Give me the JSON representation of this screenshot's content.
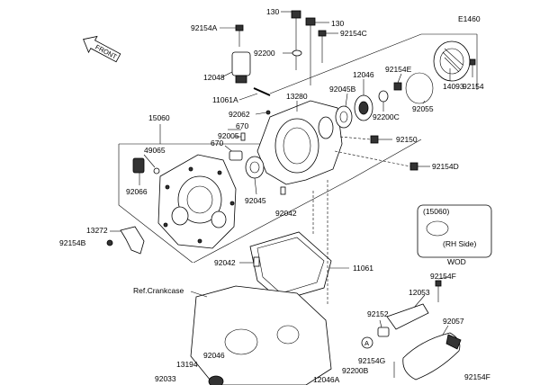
{
  "diagram_code": "E1460",
  "front_label": "FRONT",
  "note_box": {
    "part": "(15060)",
    "side": "(RH Side)",
    "code": "WOD"
  },
  "ref_crankcase": "Ref.Crankcase",
  "circle_marker": "A",
  "labels": {
    "p130a": "130",
    "p130b": "130",
    "p92154a": "92154A",
    "p92154c": "92154C",
    "p92200": "92200",
    "p12048": "12048",
    "p11061a": "11061A",
    "p92062": "92062",
    "p13280": "13280",
    "p670a": "670",
    "p670b": "670",
    "p92005": "92005",
    "p15060": "15060",
    "p49065": "49065",
    "p92066": "92066",
    "p92045": "92045",
    "p92042a": "92042",
    "p13272": "13272",
    "p92154b": "92154B",
    "p92042b": "92042",
    "p11061": "11061",
    "p12046": "12046",
    "p92154e": "92154E",
    "p92045b": "92045B",
    "p92200c": "92200C",
    "p92055": "92055",
    "p92154": "92154",
    "p14093": "14093",
    "p92150": "92150",
    "p92154d": "92154D",
    "p92154f_a": "92154F",
    "p12053": "12053",
    "p92152": "92152",
    "p92057": "92057",
    "p92046": "92046",
    "p13194": "13194",
    "p92033": "92033",
    "p92154g": "92154G",
    "p92200b": "92200B",
    "p12046a": "12046A",
    "p92154f_b": "92154F"
  }
}
